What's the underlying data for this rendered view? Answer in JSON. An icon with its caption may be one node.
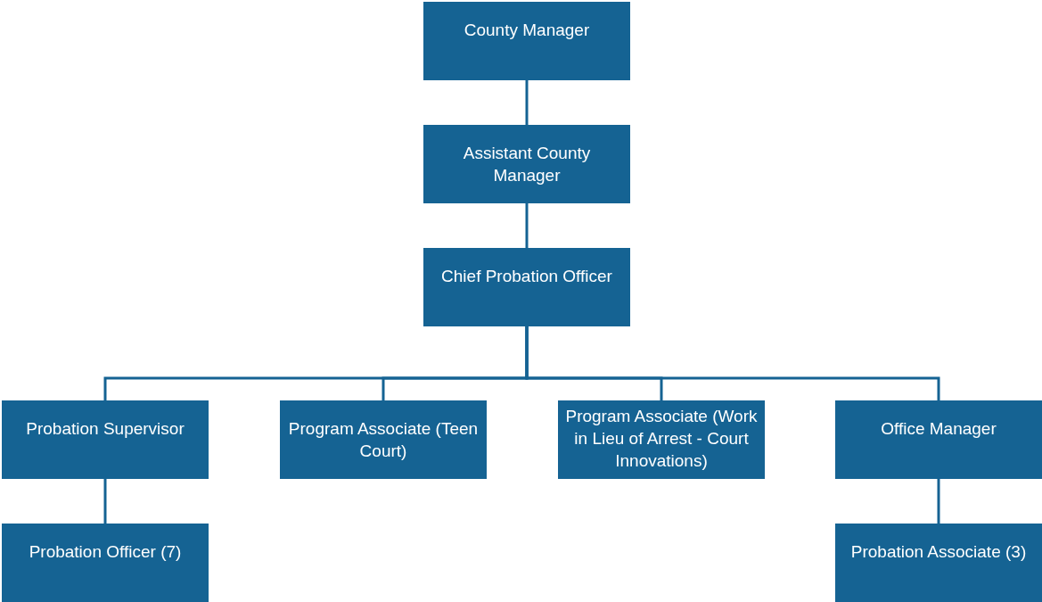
{
  "diagram": {
    "nodes": [
      {
        "text": [
          "County Manager"
        ]
      },
      {
        "text": [
          "Assistant County Manager"
        ]
      },
      {
        "text": [
          "Chief Probation Officer"
        ]
      },
      {
        "text": [
          "Probation Supervisor"
        ]
      },
      {
        "text": [
          "Program Associate (Teen Court)"
        ]
      },
      {
        "text": [
          "Program Associate (Work in Lieu of Arrest - Court Innovations)"
        ]
      },
      {
        "text": [
          "Office Manager"
        ]
      },
      {
        "text": [
          "Probation Officer (7)"
        ]
      },
      {
        "text": [
          "Probation Associate (3)"
        ]
      }
    ],
    "edges": [
      {
        "from": 0,
        "to": 1,
        "arrow": "none"
      },
      {
        "from": 1,
        "to": 2,
        "arrow": "none"
      },
      {
        "from": 2,
        "to": 3,
        "arrow": "none"
      },
      {
        "from": 2,
        "to": 4,
        "arrow": "none"
      },
      {
        "from": 2,
        "to": 5,
        "arrow": "none"
      },
      {
        "from": 2,
        "to": 6,
        "arrow": "none"
      },
      {
        "from": 3,
        "to": 7,
        "arrow": "none"
      },
      {
        "from": 6,
        "to": 8,
        "arrow": "none"
      }
    ]
  }
}
